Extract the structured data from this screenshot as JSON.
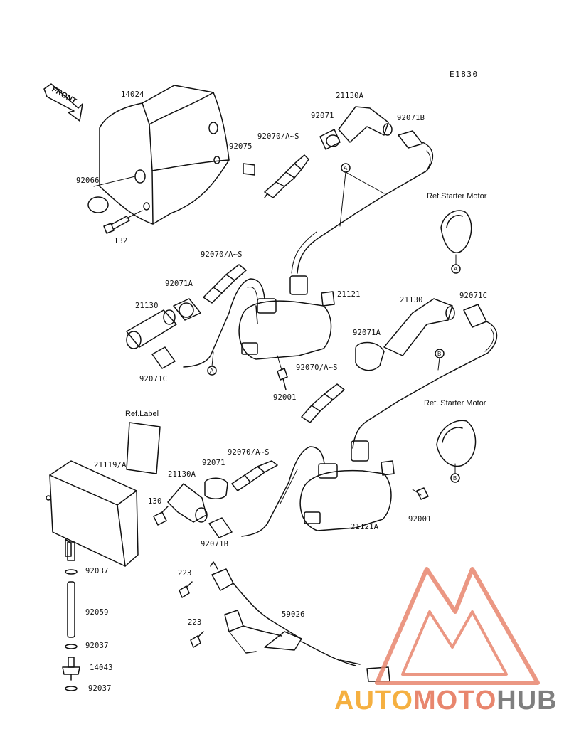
{
  "diagram_code": "E1830",
  "front_label": "FRONT",
  "refs": {
    "starter_motor_1": "Ref.Starter Motor",
    "starter_motor_2": "Ref. Starter Motor",
    "label": "Ref.Label"
  },
  "connectors": {
    "a": "A",
    "b": "B"
  },
  "parts": {
    "p14024": "14024",
    "p92066": "92066",
    "p132": "132",
    "p92075": "92075",
    "p92070_1": "92070/A~S",
    "p92071_1": "92071",
    "p21130A_1": "21130A",
    "p92071B_1": "92071B",
    "p92070_2": "92070/A~S",
    "p92071A_1": "92071A",
    "p21130_1": "21130",
    "p92071C_1": "92071C",
    "p21121": "21121",
    "p21130_2": "21130",
    "p92071C_2": "92071C",
    "p92071A_2": "92071A",
    "p92070_3": "92070/A~S",
    "p92001_1": "92001",
    "p21119A": "21119/A",
    "p21130A_2": "21130A",
    "p92071_2": "92071",
    "p92070_4": "92070/A~S",
    "p130": "130",
    "p92071B_2": "92071B",
    "p21121A": "21121A",
    "p92001_2": "92001",
    "p92037_1": "92037",
    "p92059": "92059",
    "p92037_2": "92037",
    "p14043": "14043",
    "p92037_3": "92037",
    "p223_1": "223",
    "p223_2": "223",
    "p59026": "59026"
  },
  "watermark": {
    "auto": "AUTO",
    "moto": "MOTO",
    "hub": "HUB",
    "logo_color": "#e8866e"
  }
}
